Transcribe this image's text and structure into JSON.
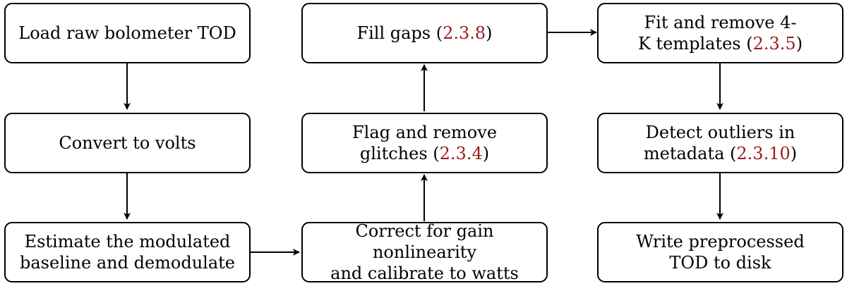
{
  "nodes": {
    "load": {
      "lines": [
        "Load raw bolometer TOD"
      ],
      "ref": ""
    },
    "convert": {
      "lines": [
        "Convert to volts"
      ],
      "ref": ""
    },
    "estimate": {
      "lines": [
        "Estimate the modulated",
        "baseline and demodulate"
      ],
      "ref": ""
    },
    "correct": {
      "lines": [
        "Correct for gain nonlinearity",
        "and calibrate to watts"
      ],
      "ref": ""
    },
    "flag": {
      "lines": [
        "Flag and remove",
        "glitches ("
      ],
      "ref": "2.3.4",
      "tail": ")"
    },
    "fill": {
      "lines": [
        "Fill gaps ("
      ],
      "ref": "2.3.8",
      "tail": ")"
    },
    "fit": {
      "lines": [
        "Fit and remove 4-",
        "K templates ("
      ],
      "ref": "2.3.5",
      "tail": ")"
    },
    "detect": {
      "lines": [
        "Detect outliers in",
        "metadata ("
      ],
      "ref": "2.3.10",
      "tail": ")"
    },
    "write": {
      "lines": [
        "Write preprocessed",
        "TOD to disk"
      ],
      "ref": ""
    }
  },
  "colors": {
    "reference": "#9b1c1c",
    "border": "#000000"
  }
}
